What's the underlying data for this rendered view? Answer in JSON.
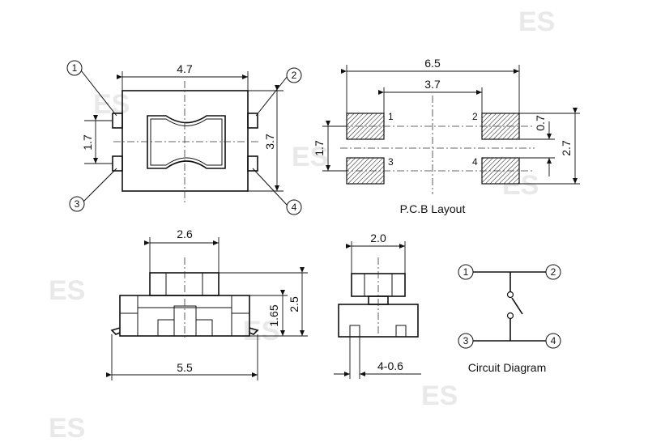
{
  "watermark": "ES",
  "top_left": {
    "width_label": "4.7",
    "pin_pitch_label": "1.7",
    "height_label": "3.7",
    "pins": [
      "1",
      "2",
      "3",
      "4"
    ]
  },
  "pcb_layout": {
    "title": "P.C.B Layout",
    "overall_width_label": "6.5",
    "inner_width_label": "3.7",
    "pitch_label": "1.7",
    "pad_height_label": "0.7",
    "overall_height_label": "2.7",
    "pad_numbers": [
      "1",
      "2",
      "3",
      "4"
    ]
  },
  "side_view": {
    "cap_width_label": "2.6",
    "base_width_label": "5.5",
    "height_total_label": "2.5",
    "height_body_label": "1.65"
  },
  "end_view": {
    "cap_width_label": "2.0",
    "pin_label": "4-0.6"
  },
  "circuit": {
    "title": "Circuit Diagram",
    "nodes": [
      "1",
      "2",
      "3",
      "4"
    ]
  }
}
